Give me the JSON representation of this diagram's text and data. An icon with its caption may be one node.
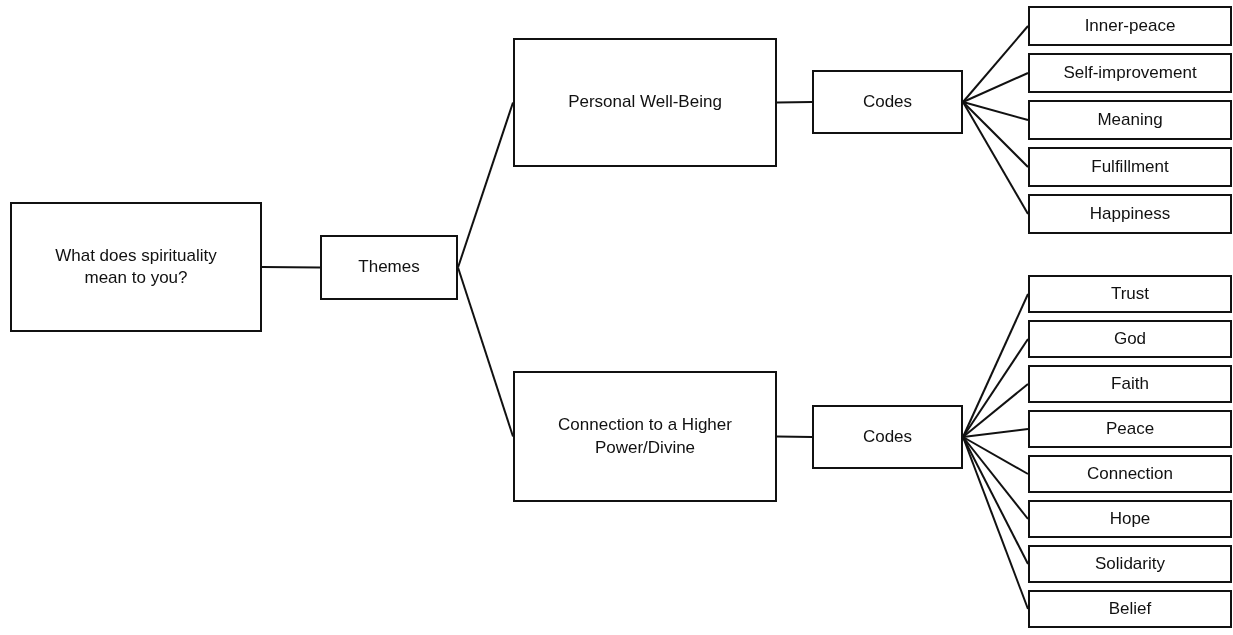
{
  "diagram": {
    "nodes": [
      {
        "text": [
          "What does spirituality mean to you?"
        ]
      },
      {
        "text": [
          "Themes"
        ]
      },
      {
        "text": [
          "Personal Well-Being"
        ]
      },
      {
        "text": [
          "Codes"
        ]
      },
      {
        "text": [
          "Inner-peace"
        ]
      },
      {
        "text": [
          "Self-improvement"
        ]
      },
      {
        "text": [
          "Meaning"
        ]
      },
      {
        "text": [
          "Fulfillment"
        ]
      },
      {
        "text": [
          "Happiness"
        ]
      },
      {
        "text": [
          "Connection to a Higher Power/Divine"
        ]
      },
      {
        "text": [
          "Codes"
        ]
      },
      {
        "text": [
          "Trust"
        ]
      },
      {
        "text": [
          "God"
        ]
      },
      {
        "text": [
          "Faith"
        ]
      },
      {
        "text": [
          "Peace"
        ]
      },
      {
        "text": [
          "Connection"
        ]
      },
      {
        "text": [
          "Hope"
        ]
      },
      {
        "text": [
          "Solidarity"
        ]
      },
      {
        "text": [
          "Belief"
        ]
      }
    ],
    "edges": [
      {
        "from": 0,
        "to": 1,
        "arrow": "none"
      },
      {
        "from": 1,
        "to": 2,
        "arrow": "none"
      },
      {
        "from": 2,
        "to": 3,
        "arrow": "none"
      },
      {
        "from": 3,
        "to": 4,
        "arrow": "none"
      },
      {
        "from": 3,
        "to": 5,
        "arrow": "none"
      },
      {
        "from": 3,
        "to": 6,
        "arrow": "none"
      },
      {
        "from": 3,
        "to": 7,
        "arrow": "none"
      },
      {
        "from": 3,
        "to": 8,
        "arrow": "none"
      },
      {
        "from": 1,
        "to": 9,
        "arrow": "none"
      },
      {
        "from": 9,
        "to": 10,
        "arrow": "none"
      },
      {
        "from": 10,
        "to": 11,
        "arrow": "none"
      },
      {
        "from": 10,
        "to": 12,
        "arrow": "none"
      },
      {
        "from": 10,
        "to": 13,
        "arrow": "none"
      },
      {
        "from": 10,
        "to": 14,
        "arrow": "none"
      },
      {
        "from": 10,
        "to": 15,
        "arrow": "none"
      },
      {
        "from": 10,
        "to": 16,
        "arrow": "none"
      },
      {
        "from": 10,
        "to": 17,
        "arrow": "none"
      },
      {
        "from": 10,
        "to": 18,
        "arrow": "none"
      }
    ]
  }
}
